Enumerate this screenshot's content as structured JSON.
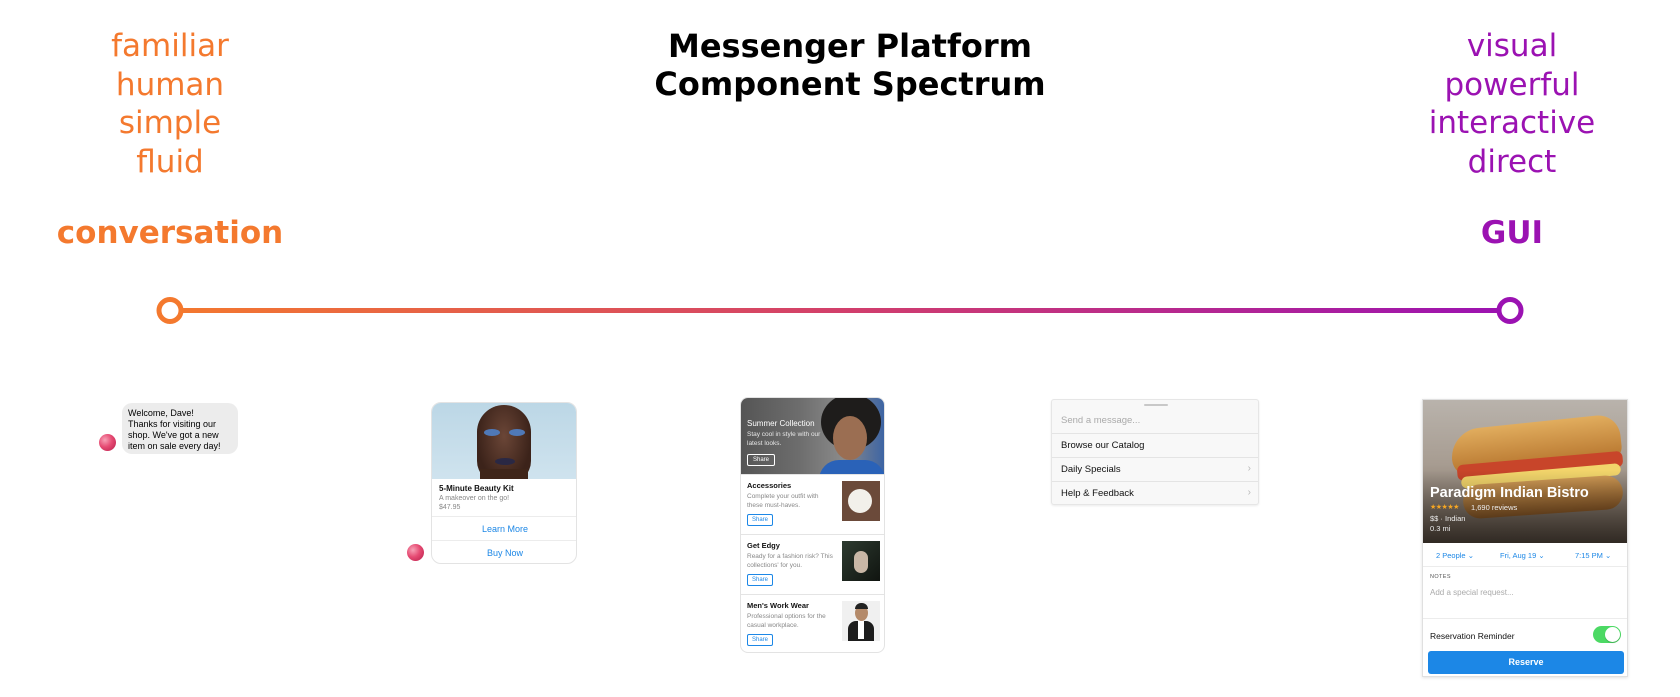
{
  "title": {
    "line1": "Messenger Platform",
    "line2": "Component Spectrum"
  },
  "left_words": [
    "familiar",
    "human",
    "simple",
    "fluid"
  ],
  "right_words": [
    "visual",
    "powerful",
    "interactive",
    "direct"
  ],
  "left_label": "conversation",
  "right_label": "GUI",
  "colors": {
    "left_accent": "#f4792e",
    "right_accent": "#9b12b2",
    "link_blue": "#1c87e6",
    "toggle_green": "#4cd964"
  },
  "text_message": {
    "lines": [
      "Welcome, Dave!",
      "Thanks for visiting our",
      "shop. We've got a new",
      "item on sale every day!"
    ]
  },
  "generic_template": {
    "title": "5-Minute Beauty Kit",
    "subtitle": "A makeover on the go!",
    "price": "$47.95",
    "buttons": [
      "Learn More",
      "Buy Now"
    ]
  },
  "list_template": {
    "header": {
      "title": "Summer Collection",
      "subtitle": "Stay cool in style with our latest looks.",
      "button": "Share"
    },
    "items": [
      {
        "title": "Accessories",
        "subtitle": "Complete your outfit with these must-haves.",
        "button": "Share"
      },
      {
        "title": "Get Edgy",
        "subtitle": "Ready for a fashion risk? This collections' for you.",
        "button": "Share"
      },
      {
        "title": "Men's Work Wear",
        "subtitle": "Professional options for the casual workplace.",
        "button": "Share"
      }
    ]
  },
  "persistent_menu": {
    "placeholder": "Send a message...",
    "items": [
      {
        "label": "Browse our Catalog",
        "icon": ""
      },
      {
        "label": "Daily Specials",
        "icon": "›"
      },
      {
        "label": "Help & Feedback",
        "icon": "›"
      }
    ]
  },
  "webview": {
    "restaurant": "Paradigm Indian Bistro",
    "stars": "★★★★★",
    "reviews": "1,690 reviews",
    "category": "$$ · Indian",
    "distance": "0.3 mi",
    "options": [
      "2 People ⌄",
      "Fri, Aug 19 ⌄",
      "7:15 PM ⌄"
    ],
    "notes_label": "NOTES",
    "notes_placeholder": "Add a special request...",
    "reminder_label": "Reservation Reminder",
    "reminder_on": true,
    "reserve_button": "Reserve"
  }
}
